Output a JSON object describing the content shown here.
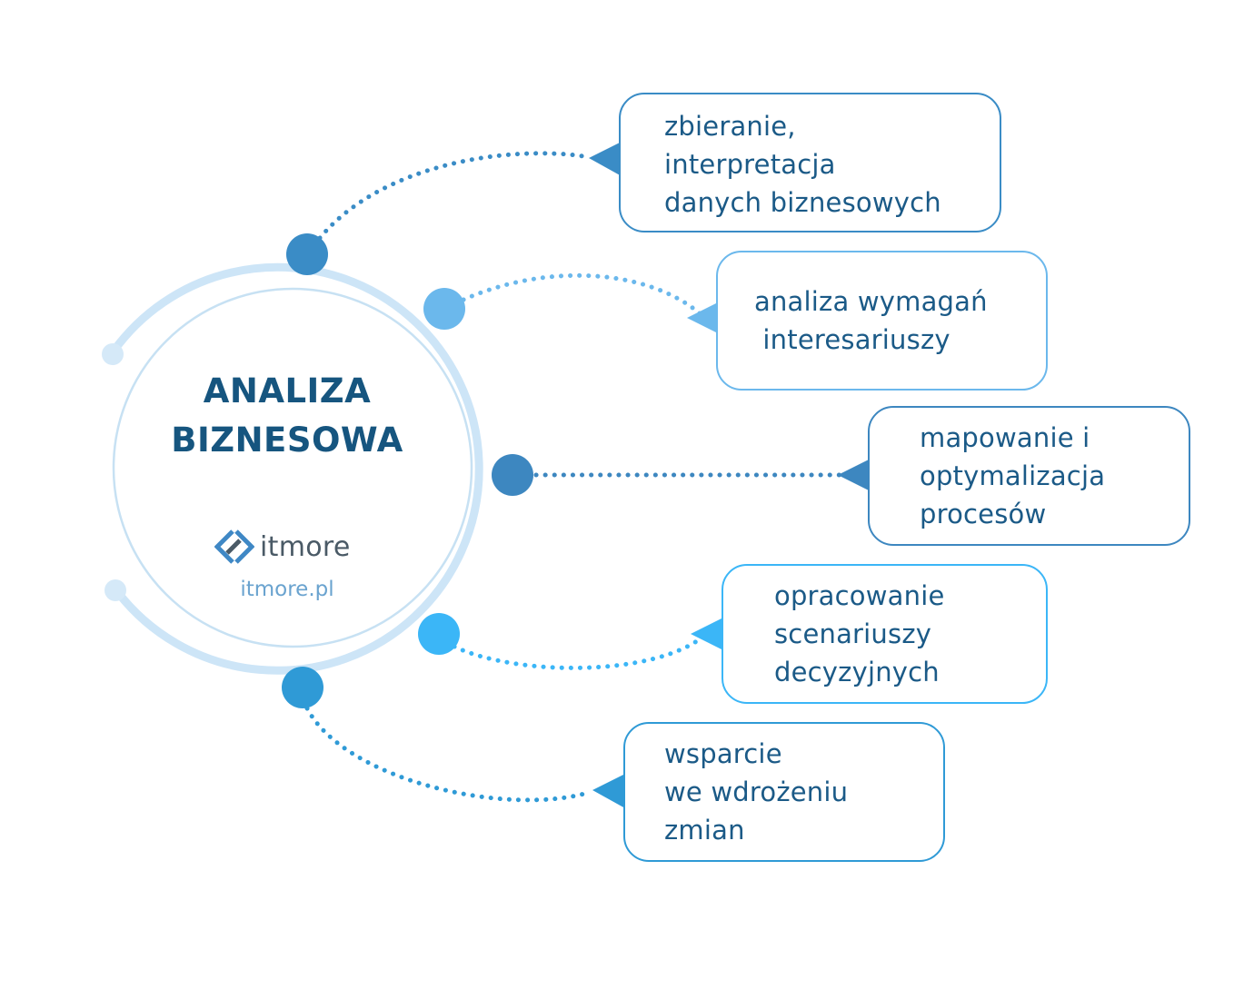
{
  "center": {
    "title_lines": [
      "ANALIZA",
      "BIZNESOWA"
    ],
    "logo_text": "itmore",
    "website": "itmore.pl"
  },
  "items": [
    {
      "lines": [
        "zbieranie,",
        "interpretacja",
        "danych biznesowych"
      ],
      "color": "#3a8cc6"
    },
    {
      "lines": [
        "analiza wymagań",
        " interesariuszy"
      ],
      "color": "#6bb8ec"
    },
    {
      "lines": [
        "mapowanie i",
        "optymalizacja",
        "procesów"
      ],
      "color": "#3d87c0"
    },
    {
      "lines": [
        "opracowanie",
        "scenariuszy",
        "decyzyjnych"
      ],
      "color": "#3bb6f7"
    },
    {
      "lines": [
        "wsparcie",
        "we wdrożeniu",
        "zmian"
      ],
      "color": "#2f9ad6"
    }
  ],
  "colors": {
    "text": "#1b5a87",
    "title": "#16557f",
    "ring_light": "#cde5f7",
    "ring_thin": "#c7e1f3",
    "logo_mark": "#3f88c5",
    "logo_text": "#4a5a66",
    "website": "#6aa3cf"
  },
  "icons": [
    "itmore-logo-icon"
  ]
}
